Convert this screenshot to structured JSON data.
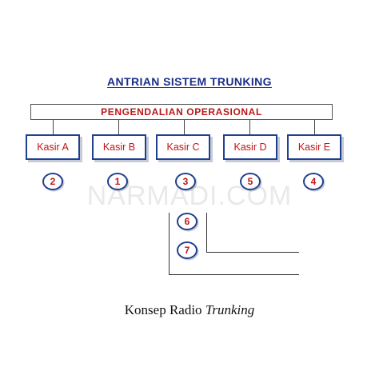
{
  "diagram": {
    "title": "ANTRIAN  SISTEM TRUNKING",
    "control_label": "PENGENDALIAN  OPERASIONAL",
    "cashiers": [
      {
        "label": "Kasir A",
        "queue": "2"
      },
      {
        "label": "Kasir B",
        "queue": "1"
      },
      {
        "label": "Kasir C",
        "queue": "3"
      },
      {
        "label": "Kasir D",
        "queue": "5"
      },
      {
        "label": "Kasir E",
        "queue": "4"
      }
    ],
    "waiting_queue": [
      "6",
      "7"
    ]
  },
  "watermark": "NARMADI.COM",
  "caption": {
    "prefix": "Konsep Radio ",
    "emphasis": "Trunking"
  },
  "colors": {
    "title": "#1a2f8a",
    "label_text": "#c01515",
    "box_border": "#1f3f8f"
  }
}
